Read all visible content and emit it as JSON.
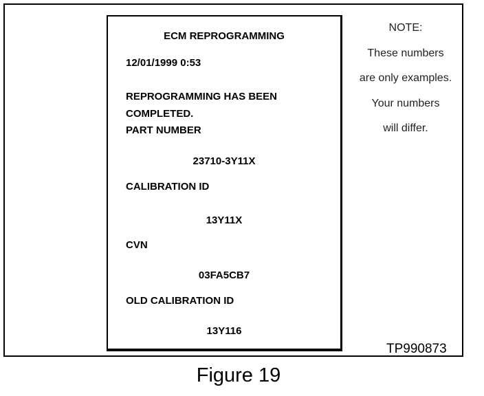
{
  "screen": {
    "title": "ECM REPROGRAMMING",
    "timestamp": "12/01/1999 0:53",
    "status_line1": "REPROGRAMMING HAS BEEN",
    "status_line2": "COMPLETED.",
    "part_number_label": "PART NUMBER",
    "part_number_value": "23710-3Y11X",
    "calibration_id_label": "CALIBRATION ID",
    "calibration_id_value": "13Y11X",
    "cvn_label": "CVN",
    "cvn_value": "03FA5CB7",
    "old_calibration_id_label": "OLD CALIBRATION ID",
    "old_calibration_id_value": "13Y116"
  },
  "note": {
    "lines": [
      "NOTE:",
      "These numbers",
      "are only examples.",
      "Your numbers",
      "will differ."
    ]
  },
  "figure_code": "TP990873",
  "caption": "Figure 19"
}
